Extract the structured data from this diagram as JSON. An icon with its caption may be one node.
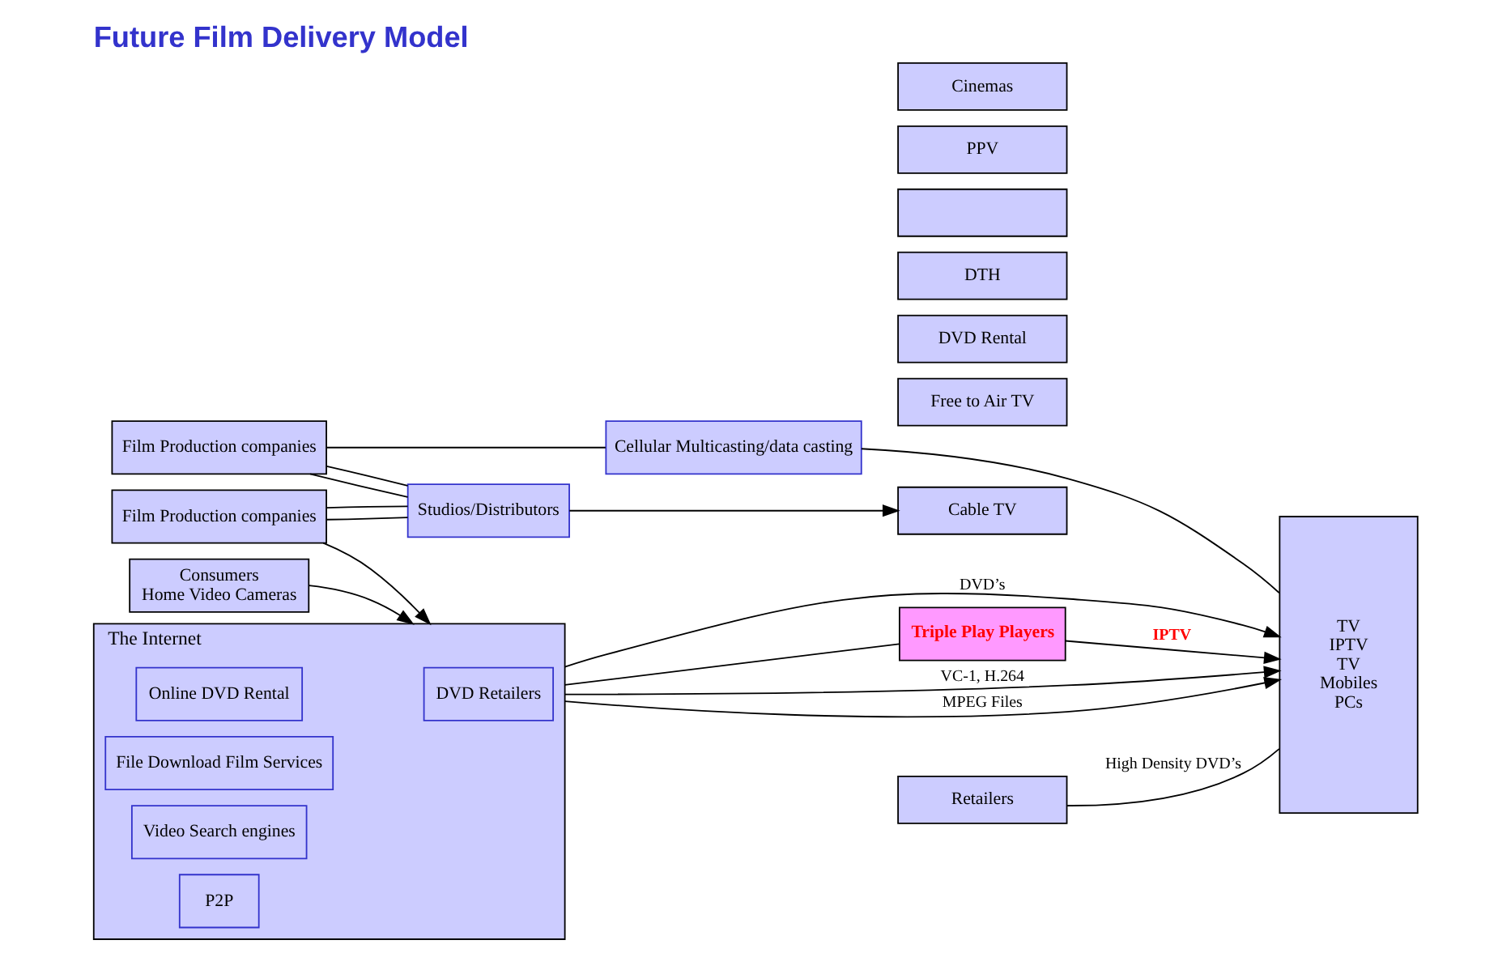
{
  "diagram": {
    "title": "Future Film Delivery Model",
    "nodes": [
      {
        "text": [
          "Film Production companies"
        ]
      },
      {
        "text": [
          "Film Production companies"
        ]
      },
      {
        "text": [
          "Cellular Multicasting/data casting"
        ]
      },
      {
        "text": [
          "Studios/Distributors"
        ]
      },
      {
        "text": [
          "Cinemas"
        ]
      },
      {
        "text": [
          "Retailers"
        ]
      },
      {
        "text": [
          "PPV"
        ]
      },
      {
        "text": [],
        "shape": "box"
      },
      {
        "text": [
          "Cable TV"
        ]
      },
      {
        "text": [
          "DTH"
        ]
      },
      {
        "text": [
          "DVD Rental"
        ]
      },
      {
        "text": [
          "Free to Air TV"
        ]
      },
      {
        "text": [
          "TV",
          "IPTV",
          "TV",
          "Mobiles",
          "PCs"
        ]
      },
      {
        "text": [
          "The Internet"
        ]
      },
      {
        "text": [
          "Online DVD Rental"
        ],
        "in": 13
      },
      {
        "text": [
          "File Download Film Services"
        ],
        "in": 13
      },
      {
        "text": [
          "DVD Retailers"
        ],
        "in": 13
      },
      {
        "text": [
          "Video Search engines"
        ],
        "in": 13
      },
      {
        "text": [
          "P2P"
        ],
        "in": 13
      },
      {
        "text": [
          "Consumers",
          "Home Video Cameras"
        ]
      },
      {
        "text": [
          "Triple Play Players"
        ]
      }
    ],
    "edges": [
      {
        "from": 0,
        "to": 2,
        "arrow": "none"
      },
      {
        "from": 0,
        "to": 3,
        "arrow": "none"
      },
      {
        "from": 0,
        "to": 3,
        "arrow": "none"
      },
      {
        "from": 1,
        "to": 3,
        "arrow": "none"
      },
      {
        "from": 1,
        "to": 3,
        "arrow": "none"
      },
      {
        "from": 2,
        "to": 12,
        "arrow": "none"
      },
      {
        "from": 3,
        "to": 8,
        "arrow": "to"
      },
      {
        "from": 5,
        "to": 12,
        "arrow": "none",
        "label": "High Density DVD’s"
      },
      {
        "from": 1,
        "to": 13,
        "arrow": "to"
      },
      {
        "from": 19,
        "to": 13,
        "arrow": "to"
      },
      {
        "from": 13,
        "to": 12,
        "arrow": "to",
        "label": "VC-1, H.264"
      },
      {
        "from": 13,
        "to": 12,
        "arrow": "to",
        "label": "MPEG Files"
      },
      {
        "from": 13,
        "to": 12,
        "arrow": "to",
        "label": "DVD’s"
      },
      {
        "from": 13,
        "to": 20,
        "arrow": "none"
      },
      {
        "from": 20,
        "to": 12,
        "arrow": "to",
        "label": "IPTV"
      }
    ]
  }
}
